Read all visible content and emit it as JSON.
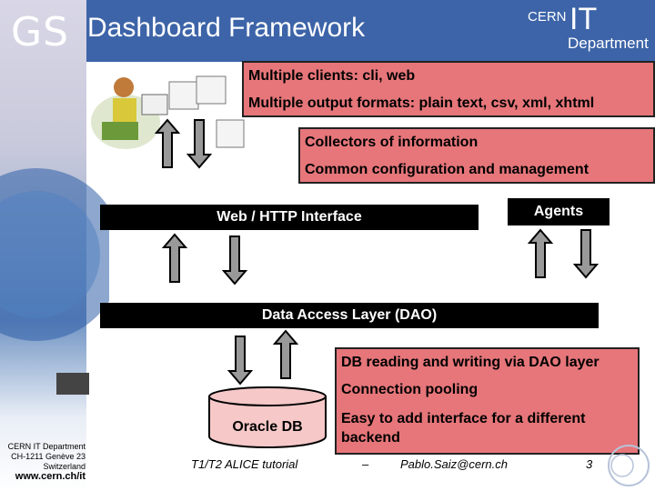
{
  "header": {
    "logo": "GS",
    "title": "Dashboard Framework",
    "cern": "CERN",
    "it": "IT",
    "department": "Department"
  },
  "clients_box": {
    "line1": "Multiple clients: cli, web",
    "line2": "Multiple output formats: plain text, csv, xml, xhtml"
  },
  "collectors_box": {
    "line1": "Collectors of information",
    "line2": "Common configuration and management"
  },
  "web_interface": "Web / HTTP Interface",
  "agents": "Agents",
  "dao": "Data Access Layer (DAO)",
  "db_box": {
    "line1": "DB reading and writing via DAO layer",
    "line2": "Connection pooling",
    "line3": "Easy to add interface for a different backend"
  },
  "oracle_db": "Oracle DB",
  "footer": {
    "org_line1": "CERN IT Department",
    "org_line2": "CH-1211 Genève 23",
    "org_line3": "Switzerland",
    "url": "www.cern.ch/it",
    "tutorial": "T1/T2 ALICE tutorial",
    "dash": "–",
    "email": "Pablo.Saiz@cern.ch",
    "page": "3"
  },
  "colors": {
    "header": "#3d64a8",
    "note_fill": "#e6767a",
    "arrow_fill": "#999999"
  }
}
